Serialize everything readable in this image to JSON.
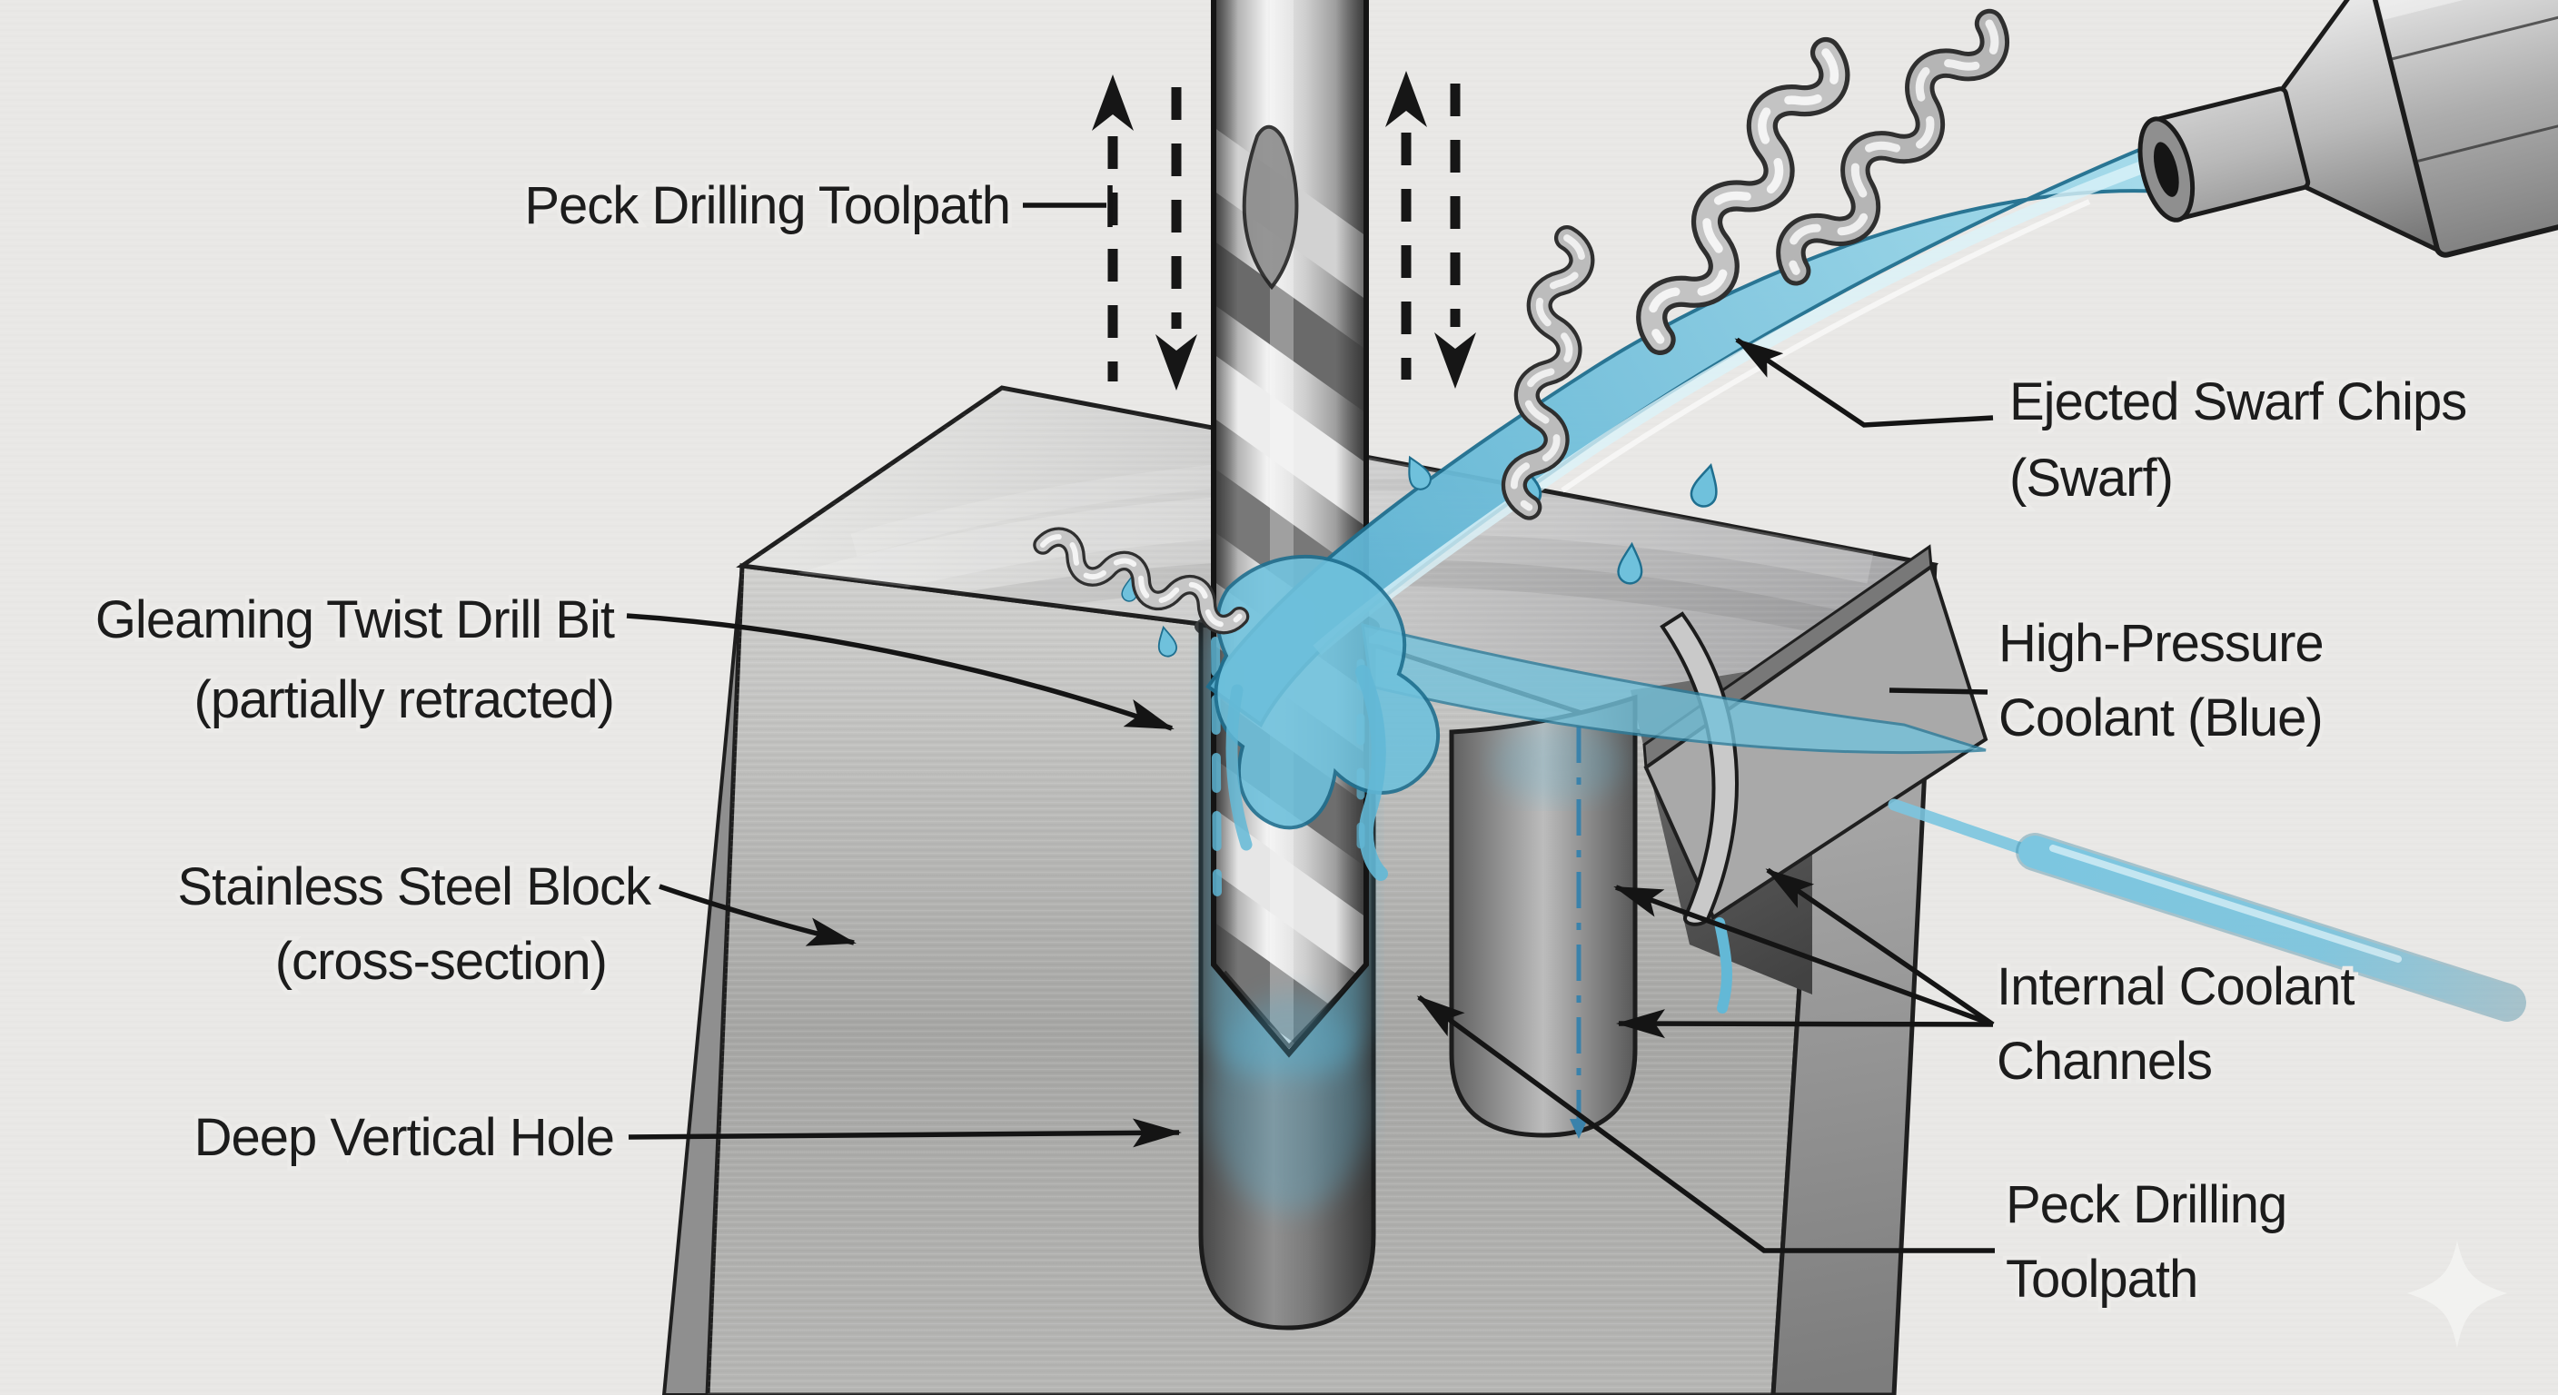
{
  "figure": {
    "kind": "technical-illustration",
    "subject": "Peck drilling a deep hole in a stainless steel block with high-pressure coolant"
  },
  "labels": {
    "peck_top": {
      "text": "Peck Drilling Toolpath"
    },
    "drill_bit": {
      "line1": "Gleaming Twist Drill Bit",
      "line2": "(partially retracted)"
    },
    "block": {
      "line1": "Stainless Steel Block",
      "line2": "(cross-section)"
    },
    "hole": {
      "text": "Deep Vertical Hole"
    },
    "swarf": {
      "line1": "Ejected Swarf Chips",
      "line2": "(Swarf)"
    },
    "coolant": {
      "line1": "High-Pressure",
      "line2": "Coolant (Blue)"
    },
    "channels": {
      "line1": "Internal Coolant",
      "line2": "Channels"
    },
    "peck_bottom": {
      "line1": "Peck Drilling",
      "line2": "Toolpath"
    }
  },
  "colors": {
    "background": "#e9e8e6",
    "steel_light": "#e3e3e1",
    "steel_mid": "#a8a8aa",
    "steel_dark": "#5f5f5f",
    "coolant_blue": "#5ab2d3",
    "coolant_light": "#a5dcec",
    "coolant_outline": "#1f6f8f",
    "centerline_blue": "#3a82ab",
    "line_black": "#141414",
    "text": "#1c1c1c",
    "watermark": "#f3f3f1"
  }
}
